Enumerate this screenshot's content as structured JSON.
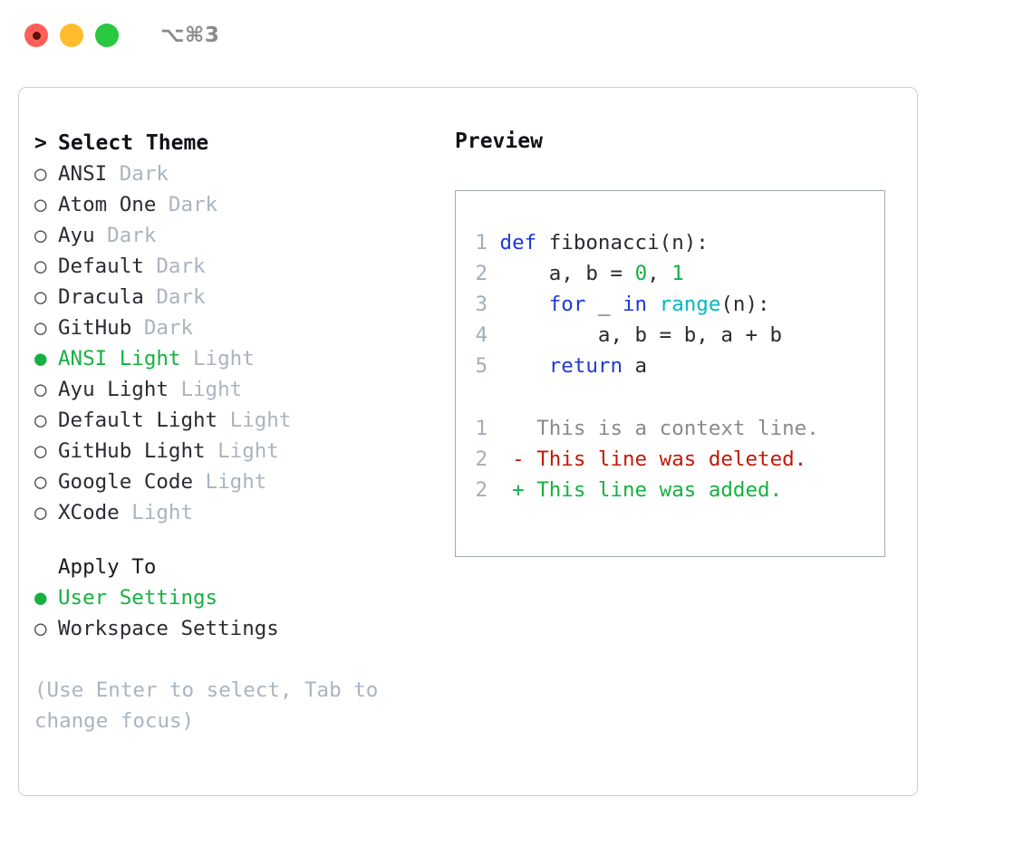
{
  "titlebar": {
    "shortcut": "⌥⌘3",
    "buttons": [
      {
        "name": "close",
        "color": "#ff5f57"
      },
      {
        "name": "minimize",
        "color": "#ffbd2e"
      },
      {
        "name": "maximize",
        "color": "#28c840"
      }
    ]
  },
  "theme_selector": {
    "heading": "Select Theme",
    "heading_prefix": ">",
    "bullet_selected": "●",
    "bullet_unselected": "○",
    "items": [
      {
        "name": "ANSI",
        "category": "Dark",
        "selected": false
      },
      {
        "name": "Atom One",
        "category": "Dark",
        "selected": false
      },
      {
        "name": "Ayu",
        "category": "Dark",
        "selected": false
      },
      {
        "name": "Default",
        "category": "Dark",
        "selected": false
      },
      {
        "name": "Dracula",
        "category": "Dark",
        "selected": false
      },
      {
        "name": "GitHub",
        "category": "Dark",
        "selected": false
      },
      {
        "name": "ANSI Light",
        "category": "Light",
        "selected": true
      },
      {
        "name": "Ayu Light",
        "category": "Light",
        "selected": false
      },
      {
        "name": "Default Light",
        "category": "Light",
        "selected": false
      },
      {
        "name": "GitHub Light",
        "category": "Light",
        "selected": false
      },
      {
        "name": "Google Code",
        "category": "Light",
        "selected": false
      },
      {
        "name": "XCode",
        "category": "Light",
        "selected": false
      }
    ]
  },
  "apply_to": {
    "heading": "Apply To",
    "items": [
      {
        "label": "User Settings",
        "selected": true
      },
      {
        "label": "Workspace Settings",
        "selected": false
      }
    ]
  },
  "hint": "(Use Enter to select, Tab to change focus)",
  "preview": {
    "title": "Preview",
    "code_lines": [
      {
        "number": "1",
        "tokens": [
          {
            "text": "def ",
            "style": "kw"
          },
          {
            "text": "fibonacci(n):",
            "style": "plain"
          }
        ]
      },
      {
        "number": "2",
        "tokens": [
          {
            "text": "    a, b = ",
            "style": "plain"
          },
          {
            "text": "0",
            "style": "num"
          },
          {
            "text": ", ",
            "style": "plain"
          },
          {
            "text": "1",
            "style": "num"
          }
        ]
      },
      {
        "number": "3",
        "tokens": [
          {
            "text": "    ",
            "style": "plain"
          },
          {
            "text": "for",
            "style": "kw"
          },
          {
            "text": " _ ",
            "style": "plain"
          },
          {
            "text": "in",
            "style": "kw"
          },
          {
            "text": " ",
            "style": "plain"
          },
          {
            "text": "range",
            "style": "fn"
          },
          {
            "text": "(n):",
            "style": "plain"
          }
        ]
      },
      {
        "number": "4",
        "tokens": [
          {
            "text": "        a, b = b, a + b",
            "style": "plain"
          }
        ]
      },
      {
        "number": "5",
        "tokens": [
          {
            "text": "    ",
            "style": "plain"
          },
          {
            "text": "return",
            "style": "kw"
          },
          {
            "text": " a",
            "style": "plain"
          }
        ]
      }
    ],
    "diff_lines": [
      {
        "number": "1",
        "marker": " ",
        "text": "This is a context line.",
        "style": "ctx"
      },
      {
        "number": "2",
        "marker": "-",
        "text": "This line was deleted.",
        "style": "del"
      },
      {
        "number": "2",
        "marker": "+",
        "text": "This line was added.",
        "style": "add"
      }
    ]
  },
  "colors": {
    "accent_green": "#15b140",
    "keyword_blue": "#1f39d6",
    "function_cyan": "#00b8c4",
    "muted_gray": "#aab4c0",
    "text_dark": "#2b2b33",
    "diff_delete": "#c21807",
    "diff_add": "#15b140",
    "panel_border": "#c9ced6",
    "preview_border": "#9fa9b7"
  }
}
